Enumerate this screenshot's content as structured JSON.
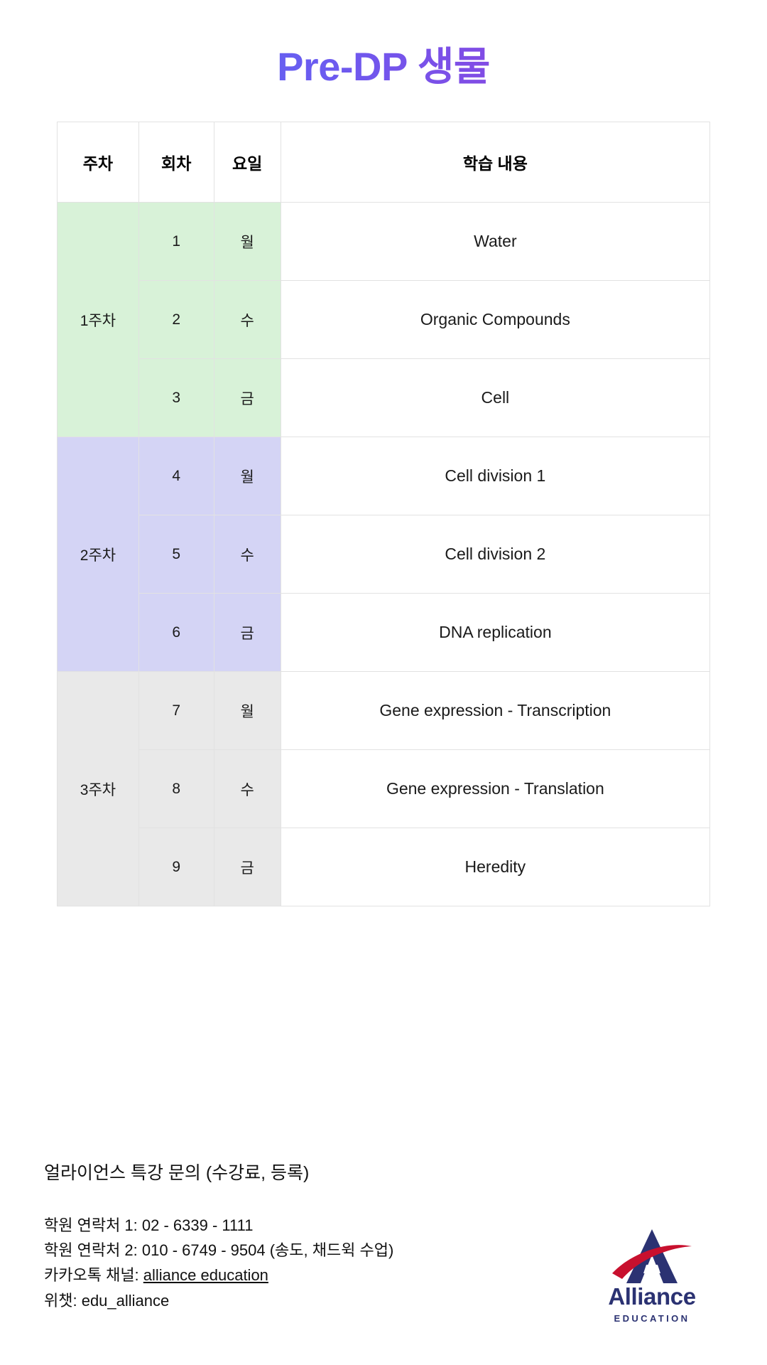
{
  "title": "Pre-DP 생물",
  "colors": {
    "title_gradient_start": "#4e7bf5",
    "title_gradient_end": "#a13bd6",
    "week1_tint": "#d8f2d8",
    "week2_tint": "#d4d4f5",
    "week3_tint": "#e9e9e9",
    "logo_navy": "#2b3272",
    "logo_red": "#c8102e"
  },
  "table": {
    "headers": [
      "주차",
      "회차",
      "요일",
      "학습 내용"
    ],
    "groups": [
      {
        "week": "1주차",
        "tint": "green",
        "rows": [
          {
            "session": "1",
            "day": "월",
            "content": "Water"
          },
          {
            "session": "2",
            "day": "수",
            "content": "Organic Compounds"
          },
          {
            "session": "3",
            "day": "금",
            "content": "Cell"
          }
        ]
      },
      {
        "week": "2주차",
        "tint": "purple",
        "rows": [
          {
            "session": "4",
            "day": "월",
            "content": "Cell division 1"
          },
          {
            "session": "5",
            "day": "수",
            "content": "Cell division 2"
          },
          {
            "session": "6",
            "day": "금",
            "content": "DNA replication"
          }
        ]
      },
      {
        "week": "3주차",
        "tint": "gray",
        "rows": [
          {
            "session": "7",
            "day": "월",
            "content": "Gene expression - Transcription"
          },
          {
            "session": "8",
            "day": "수",
            "content": "Gene expression - Translation"
          },
          {
            "session": "9",
            "day": "금",
            "content": "Heredity"
          }
        ]
      }
    ]
  },
  "footer": {
    "heading": "얼라이언스 특강 문의 (수강료, 등록)",
    "contact1": "학원 연락처 1: 02 - 6339 - 1111",
    "contact2": "학원 연락처 2: 010 - 6749 - 9504 (송도, 채드윅 수업)",
    "kakao_label": "카카오톡 채널: ",
    "kakao_value": "alliance education",
    "wechat": "위챗: edu_alliance"
  },
  "logo": {
    "word": "Alliance",
    "sub": "EDUCATION"
  }
}
